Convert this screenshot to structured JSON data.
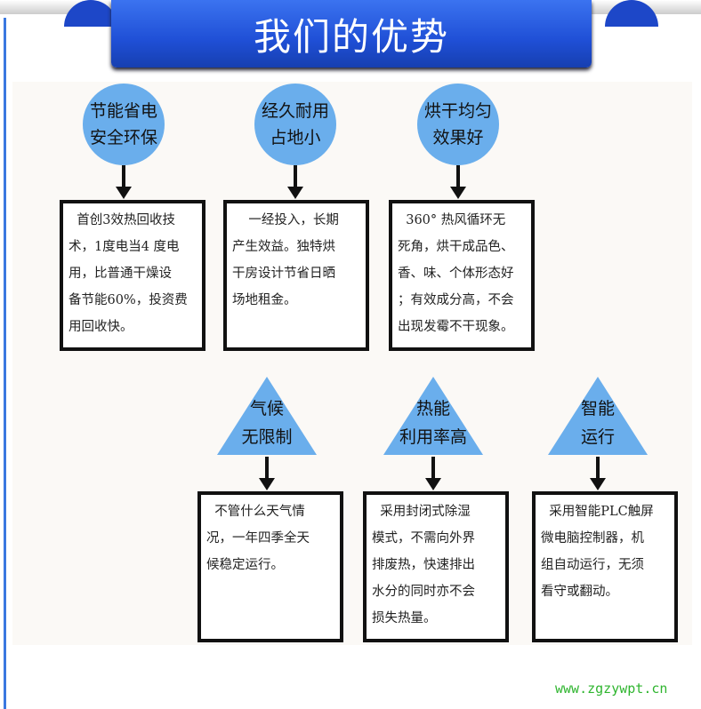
{
  "title": "我们的优势",
  "top_items": [
    {
      "label_lines": [
        "节能省电",
        "安全环保"
      ],
      "desc_lines": [
        "  首创3效热回收技",
        "术，1度电当4 度电",
        "用，比普通干燥设",
        "备节能60%，投资费",
        "用回收快。"
      ]
    },
    {
      "label_lines": [
        "经久耐用",
        "占地小"
      ],
      "desc_lines": [
        "    一经投入，长期",
        "产生效益。独特烘",
        "干房设计节省日晒",
        "场地租金。"
      ]
    },
    {
      "label_lines": [
        "烘干均匀",
        "效果好"
      ],
      "desc_lines": [
        "  360° 热风循环无",
        "死角，烘干成品色、",
        "香、味、个体形态好",
        "；有效成分高，不会",
        "出现发霉不干现象。"
      ]
    }
  ],
  "bottom_items": [
    {
      "label_lines": [
        "气候",
        "无限制"
      ],
      "desc_lines": [
        "  不管什么天气情",
        "况，一年四季全天",
        "候稳定运行。"
      ]
    },
    {
      "label_lines": [
        "热能",
        "利用率高"
      ],
      "desc_lines": [
        "  采用封闭式除湿",
        "模式，不需向外界",
        "排废热，快速排出",
        "水分的同时亦不会",
        "损失热量。"
      ]
    },
    {
      "label_lines": [
        "智能",
        "运行"
      ],
      "desc_lines": [
        "  采用智能PLC触屏",
        "微电脑控制器，机",
        "组自动运行，无须",
        "看守或翻动。"
      ]
    }
  ],
  "watermark": "www.zgzywpt.cn",
  "colors": {
    "banner": "#1f4fd6",
    "shape": "#6aaeec",
    "watermark": "#2fb52f"
  }
}
